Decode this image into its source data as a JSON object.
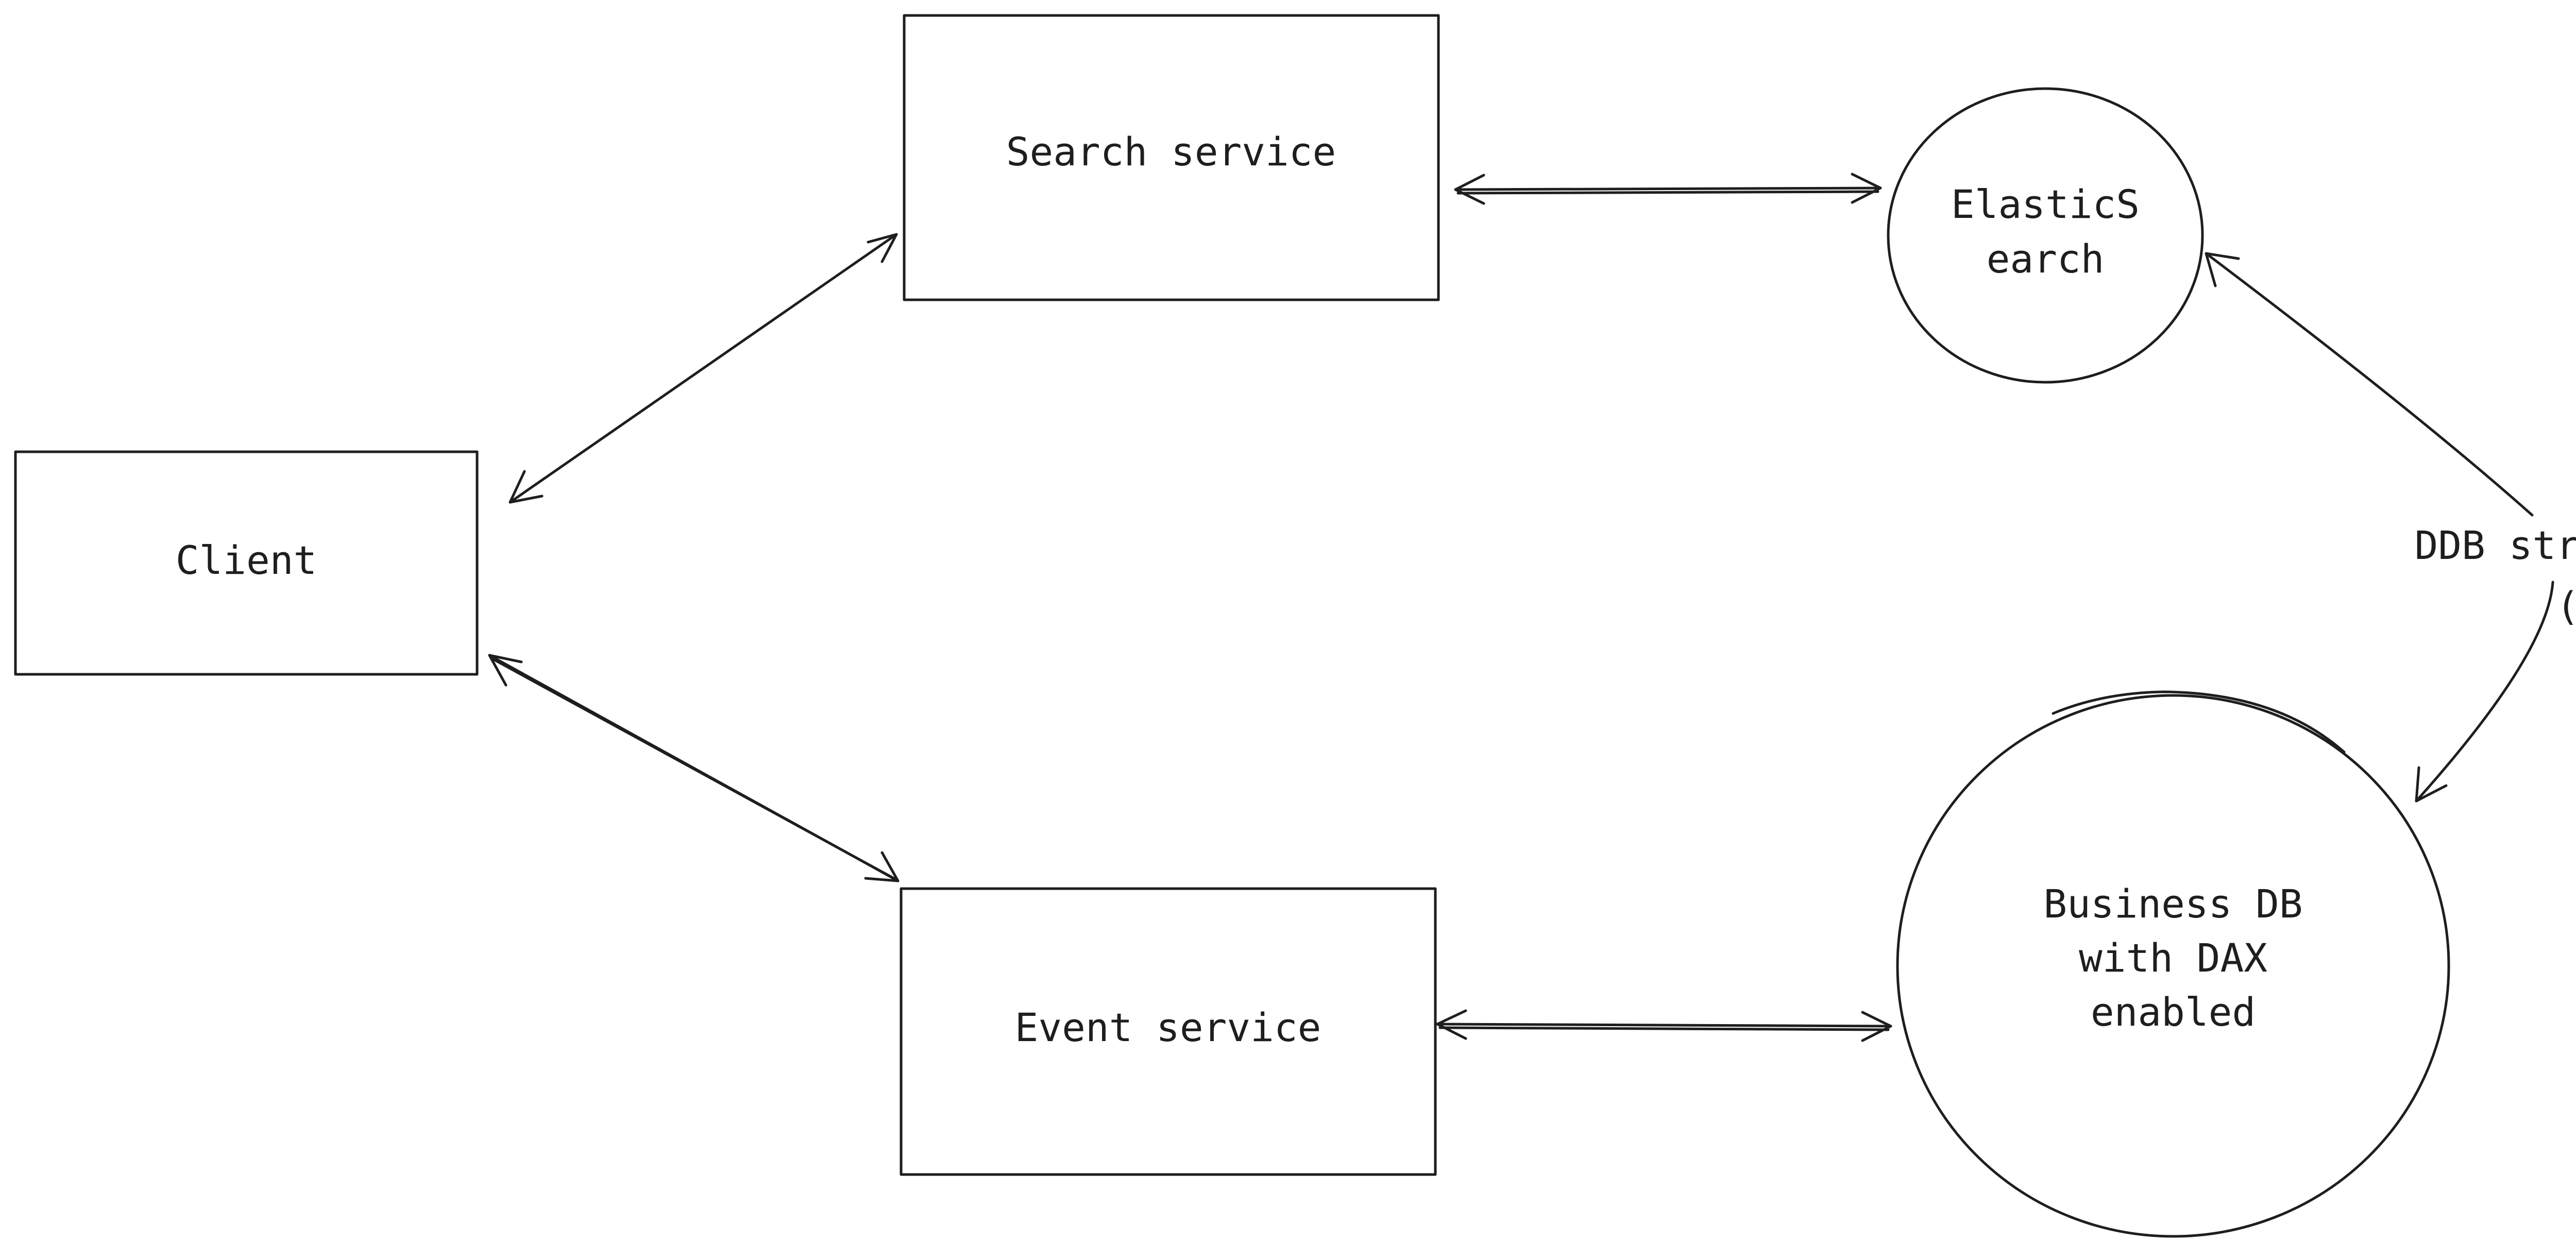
{
  "colors": {
    "background": "#ffffff",
    "stroke": "#1e1e1e"
  },
  "nodes": {
    "client": "Client",
    "search_service": "Search service",
    "event_service": "Event service",
    "elasticsearch": [
      "ElasticS",
      "earch"
    ],
    "business_db": [
      "Business DB",
      "with DAX",
      "enabled"
    ]
  },
  "edges": {
    "cdc_label": [
      "DDB streams",
      "(CDC)"
    ]
  }
}
